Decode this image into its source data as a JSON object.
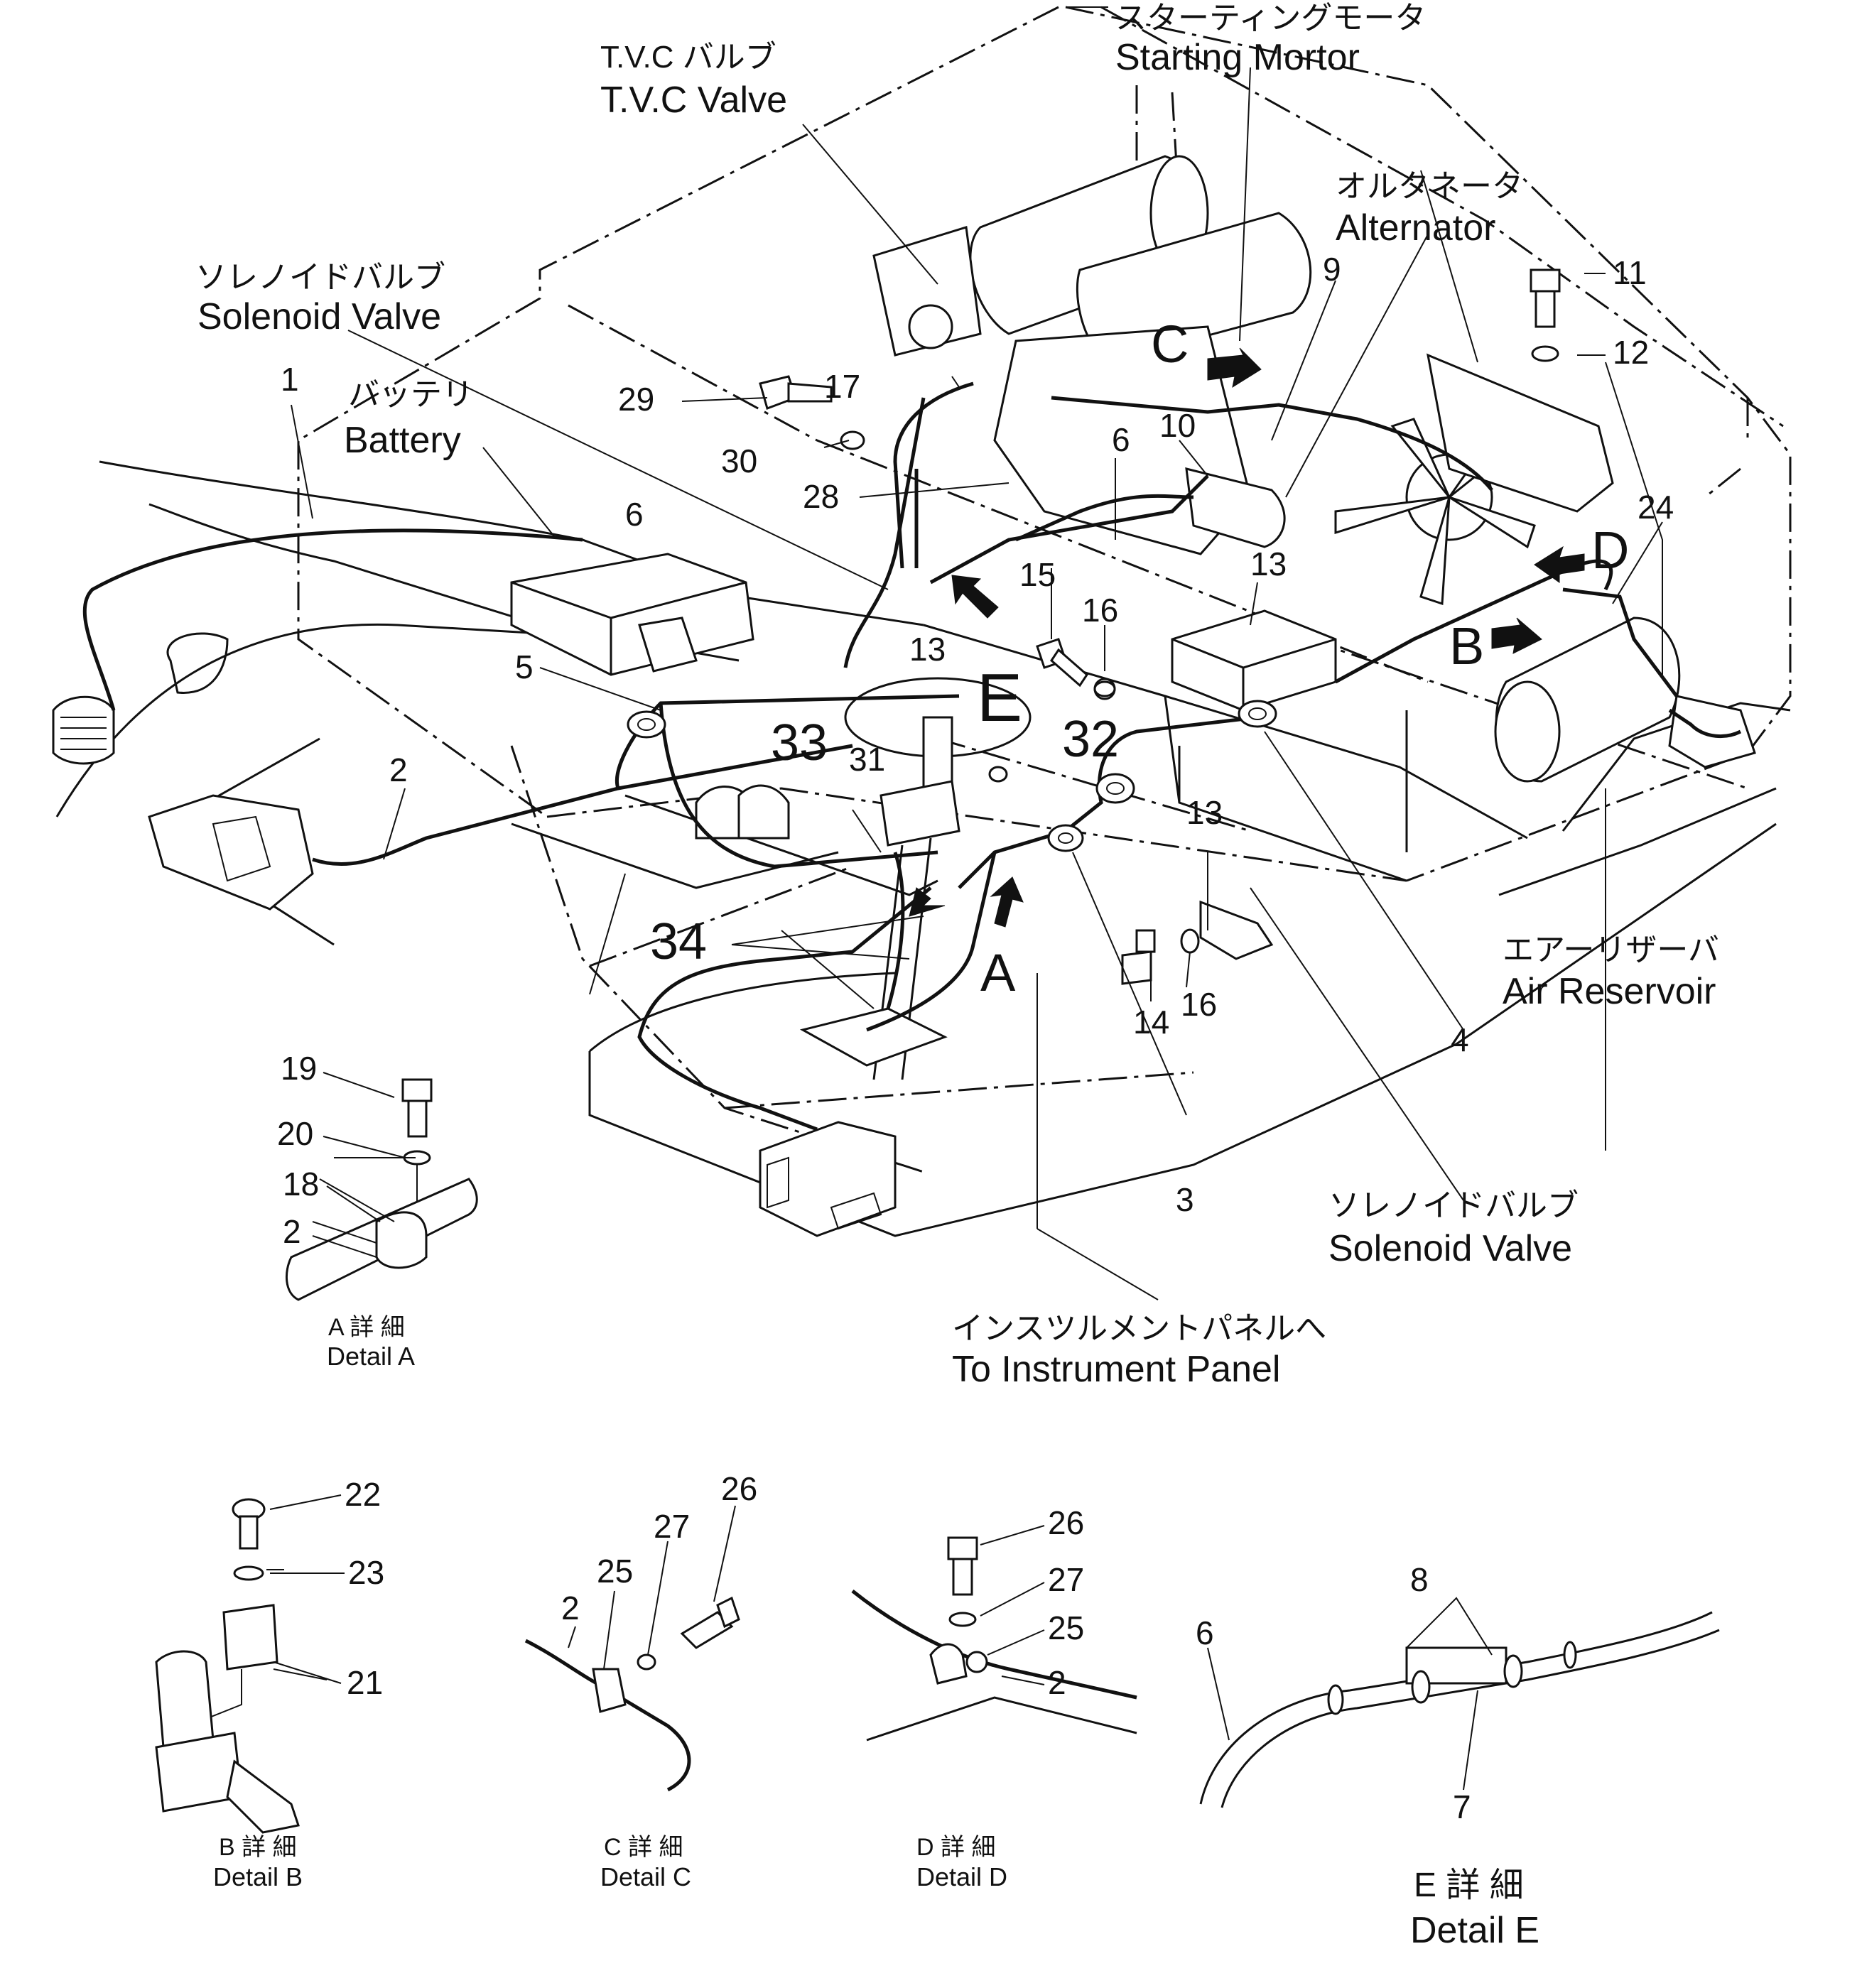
{
  "callouts": {
    "starting_motor": {
      "jp": "スターティングモータ",
      "en": "Starting Mortor"
    },
    "tvc_valve": {
      "jp": "T.V.C バルブ",
      "en": "T.V.C Valve"
    },
    "alternator": {
      "jp": "オルタネータ",
      "en": "Alternator"
    },
    "solenoid_valve_1": {
      "jp": "ソレノイドバルブ",
      "en": "Solenoid Valve"
    },
    "battery": {
      "jp": "バッテリ",
      "en": "Battery"
    },
    "air_reservoir": {
      "jp": "エアーリザーバ",
      "en": "Air Reservoir"
    },
    "solenoid_valve_2": {
      "jp": "ソレノイドバルブ",
      "en": "Solenoid Valve"
    },
    "instrument_panel": {
      "jp": "インスツルメントパネルへ",
      "en": "To Instrument Panel"
    }
  },
  "part_numbers": {
    "p1": "1",
    "p2": "2",
    "p3": "3",
    "p4": "4",
    "p5": "5",
    "p6a": "6",
    "p6b": "6",
    "p9": "9",
    "p10": "10",
    "p11": "11",
    "p12": "12",
    "p13a": "13",
    "p13b": "13",
    "p13c": "13",
    "p14": "14",
    "p15": "15",
    "p16a": "16",
    "p16b": "16",
    "p17": "17",
    "p24": "24",
    "p28": "28",
    "p29": "29",
    "p30": "30",
    "p31": "31",
    "p32": "32",
    "p33": "33",
    "p34": "34"
  },
  "view_letters": {
    "A": "A",
    "B": "B",
    "C": "C",
    "D": "D",
    "E": "E"
  },
  "details": {
    "A": {
      "jp": "A 詳 細",
      "en": "Detail A",
      "parts": [
        "19",
        "20",
        "18",
        "2"
      ]
    },
    "B": {
      "jp": "B 詳 細",
      "en": "Detail B",
      "parts": [
        "22",
        "23",
        "21"
      ]
    },
    "C": {
      "jp": "C 詳 細",
      "en": "Detail C",
      "parts": [
        "26",
        "27",
        "25",
        "2"
      ]
    },
    "D": {
      "jp": "D 詳 細",
      "en": "Detail D",
      "parts": [
        "26",
        "27",
        "25",
        "2"
      ]
    },
    "E": {
      "jp": "E 詳 細",
      "en": "Detail E",
      "parts": [
        "8",
        "6",
        "7"
      ]
    }
  }
}
